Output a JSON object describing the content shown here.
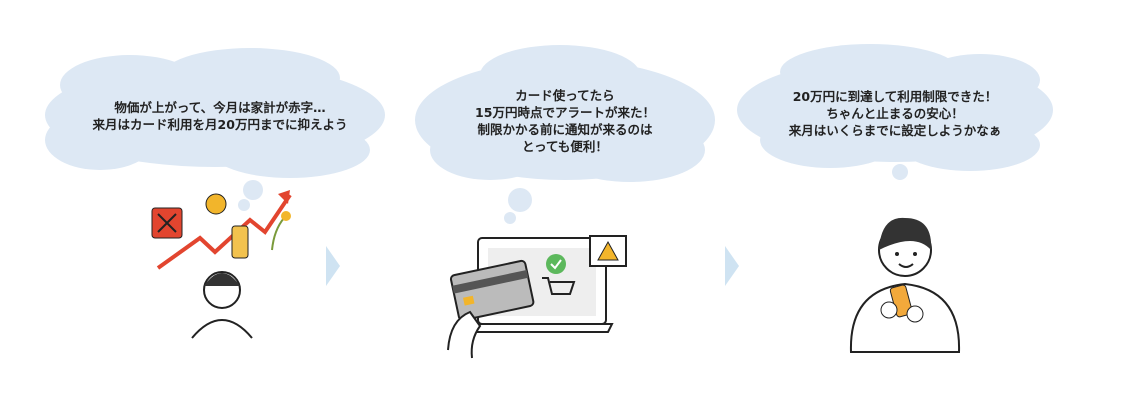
{
  "steps": [
    {
      "lines": [
        "物価が上がって、今月は家計が赤字…",
        "来月はカード利用を月20万円までに抑えよう"
      ]
    },
    {
      "lines": [
        "カード使ってたら",
        "15万円時点でアラートが来た！",
        "制限かかる前に通知が来るのは",
        "とっても便利！"
      ]
    },
    {
      "lines": [
        "20万円に到達して利用制限できた！",
        "ちゃんと止まるの安心！",
        "来月はいくらまでに設定しようかなぁ"
      ]
    }
  ],
  "colors": {
    "bubble": "#dde8f4",
    "chevron": "#cfe3f2",
    "accent_red": "#e2452f",
    "yellow": "#f2b52b",
    "green": "#5cb85c"
  }
}
